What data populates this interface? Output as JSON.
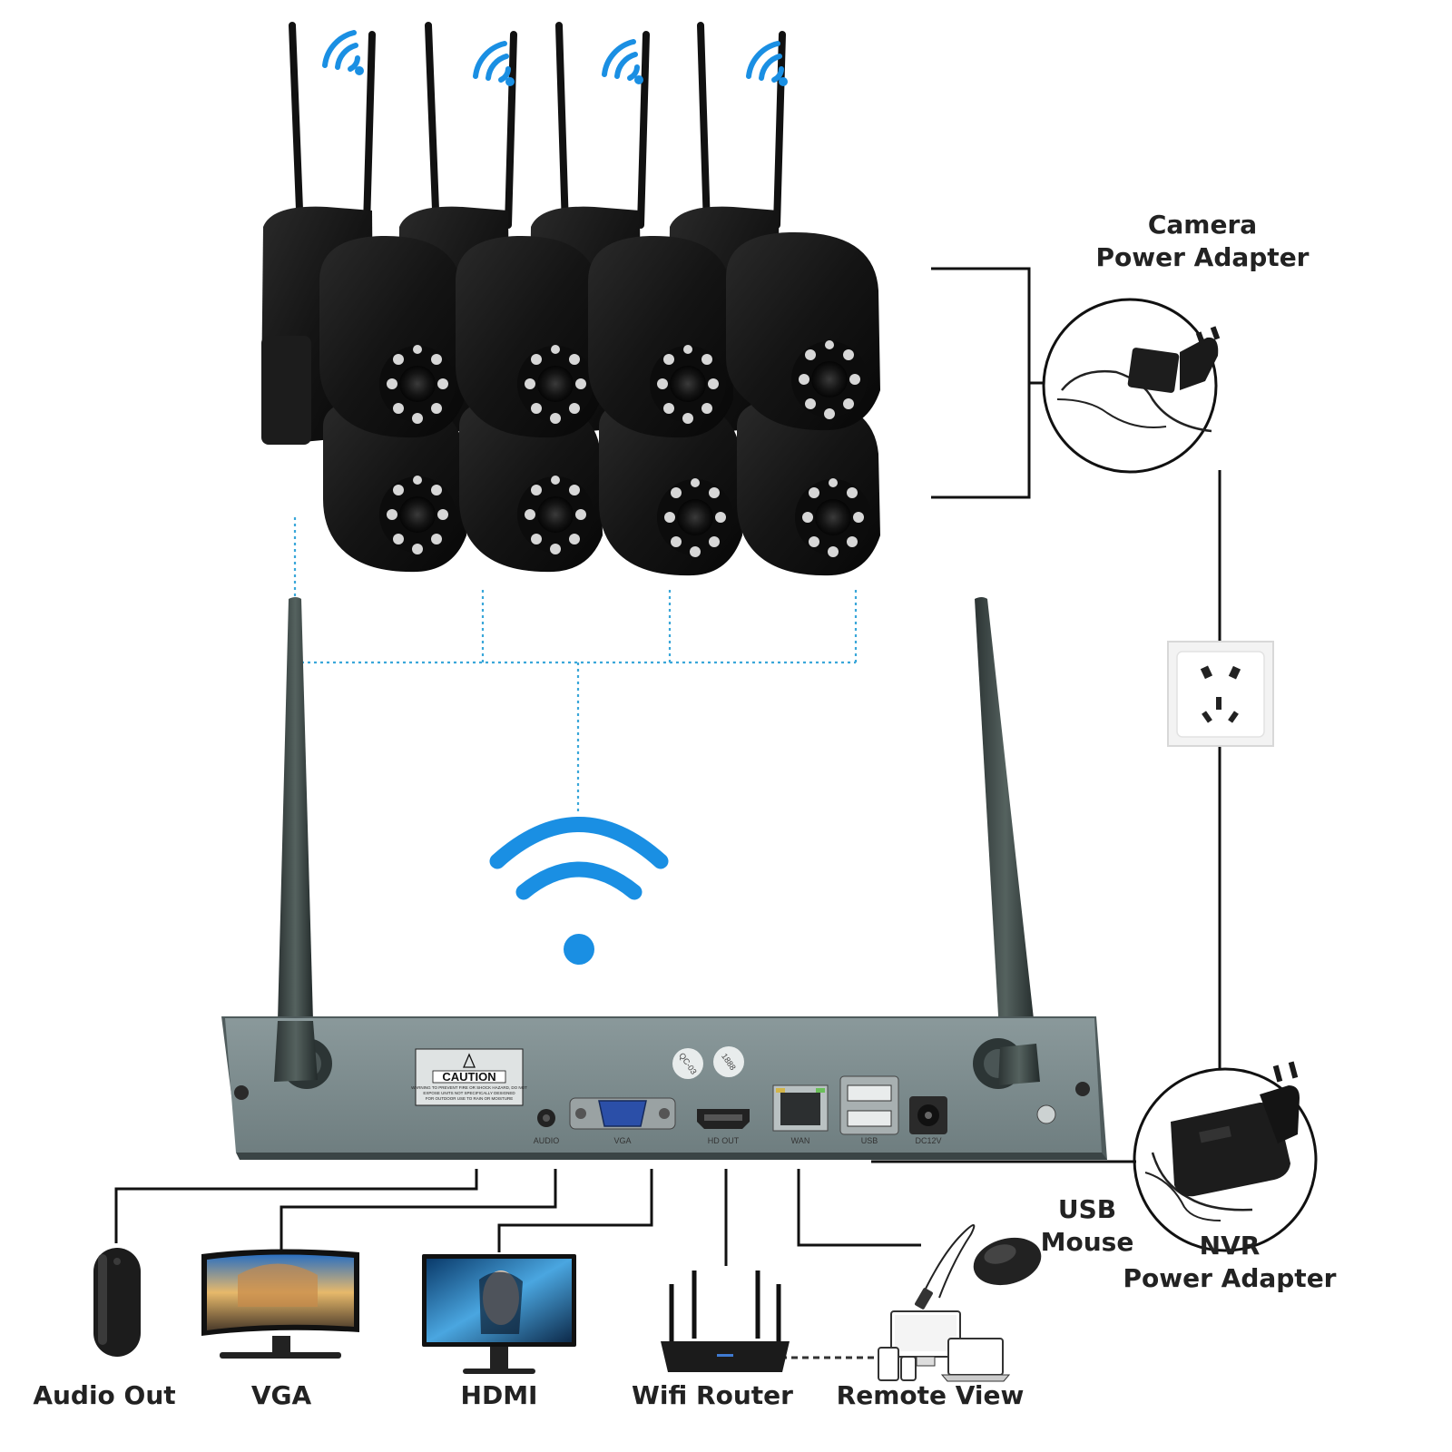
{
  "labels": {
    "camera_adapter": [
      "Camera",
      "Power Adapter"
    ],
    "nvr_adapter": [
      "NVR",
      "Power Adapter"
    ],
    "usb_mouse": [
      "USB",
      "Mouse"
    ],
    "audio_out": "Audio Out",
    "vga": "VGA",
    "hdmi": "HDMI",
    "wifi_router": "Wifi Router",
    "remote_view": "Remote View"
  },
  "nvr_panel": {
    "caution_title": "CAUTION",
    "caution_lines": [
      "WARNING TO PREVENT FIRE OR SHOCK HAZARD, DO NOT",
      "EXPOSE UNITS NOT SPECIFICALLY DESIGNED",
      "FOR OUTDOOR USE TO RAIN OR MOISTURE"
    ],
    "ports": [
      "AUDIO",
      "VGA",
      "HD OUT",
      "WAN",
      "USB",
      "DC12V"
    ],
    "stickers": [
      "QC-03",
      "1888"
    ]
  },
  "cameras": {
    "count": 8,
    "rows": 2,
    "per_row": 4
  },
  "colors": {
    "accent_blue": "#1a8fe3",
    "dotted_line": "#3aa7d9",
    "camera_body": "#141414",
    "nvr_body": "#6f7f80",
    "line": "#111111"
  }
}
